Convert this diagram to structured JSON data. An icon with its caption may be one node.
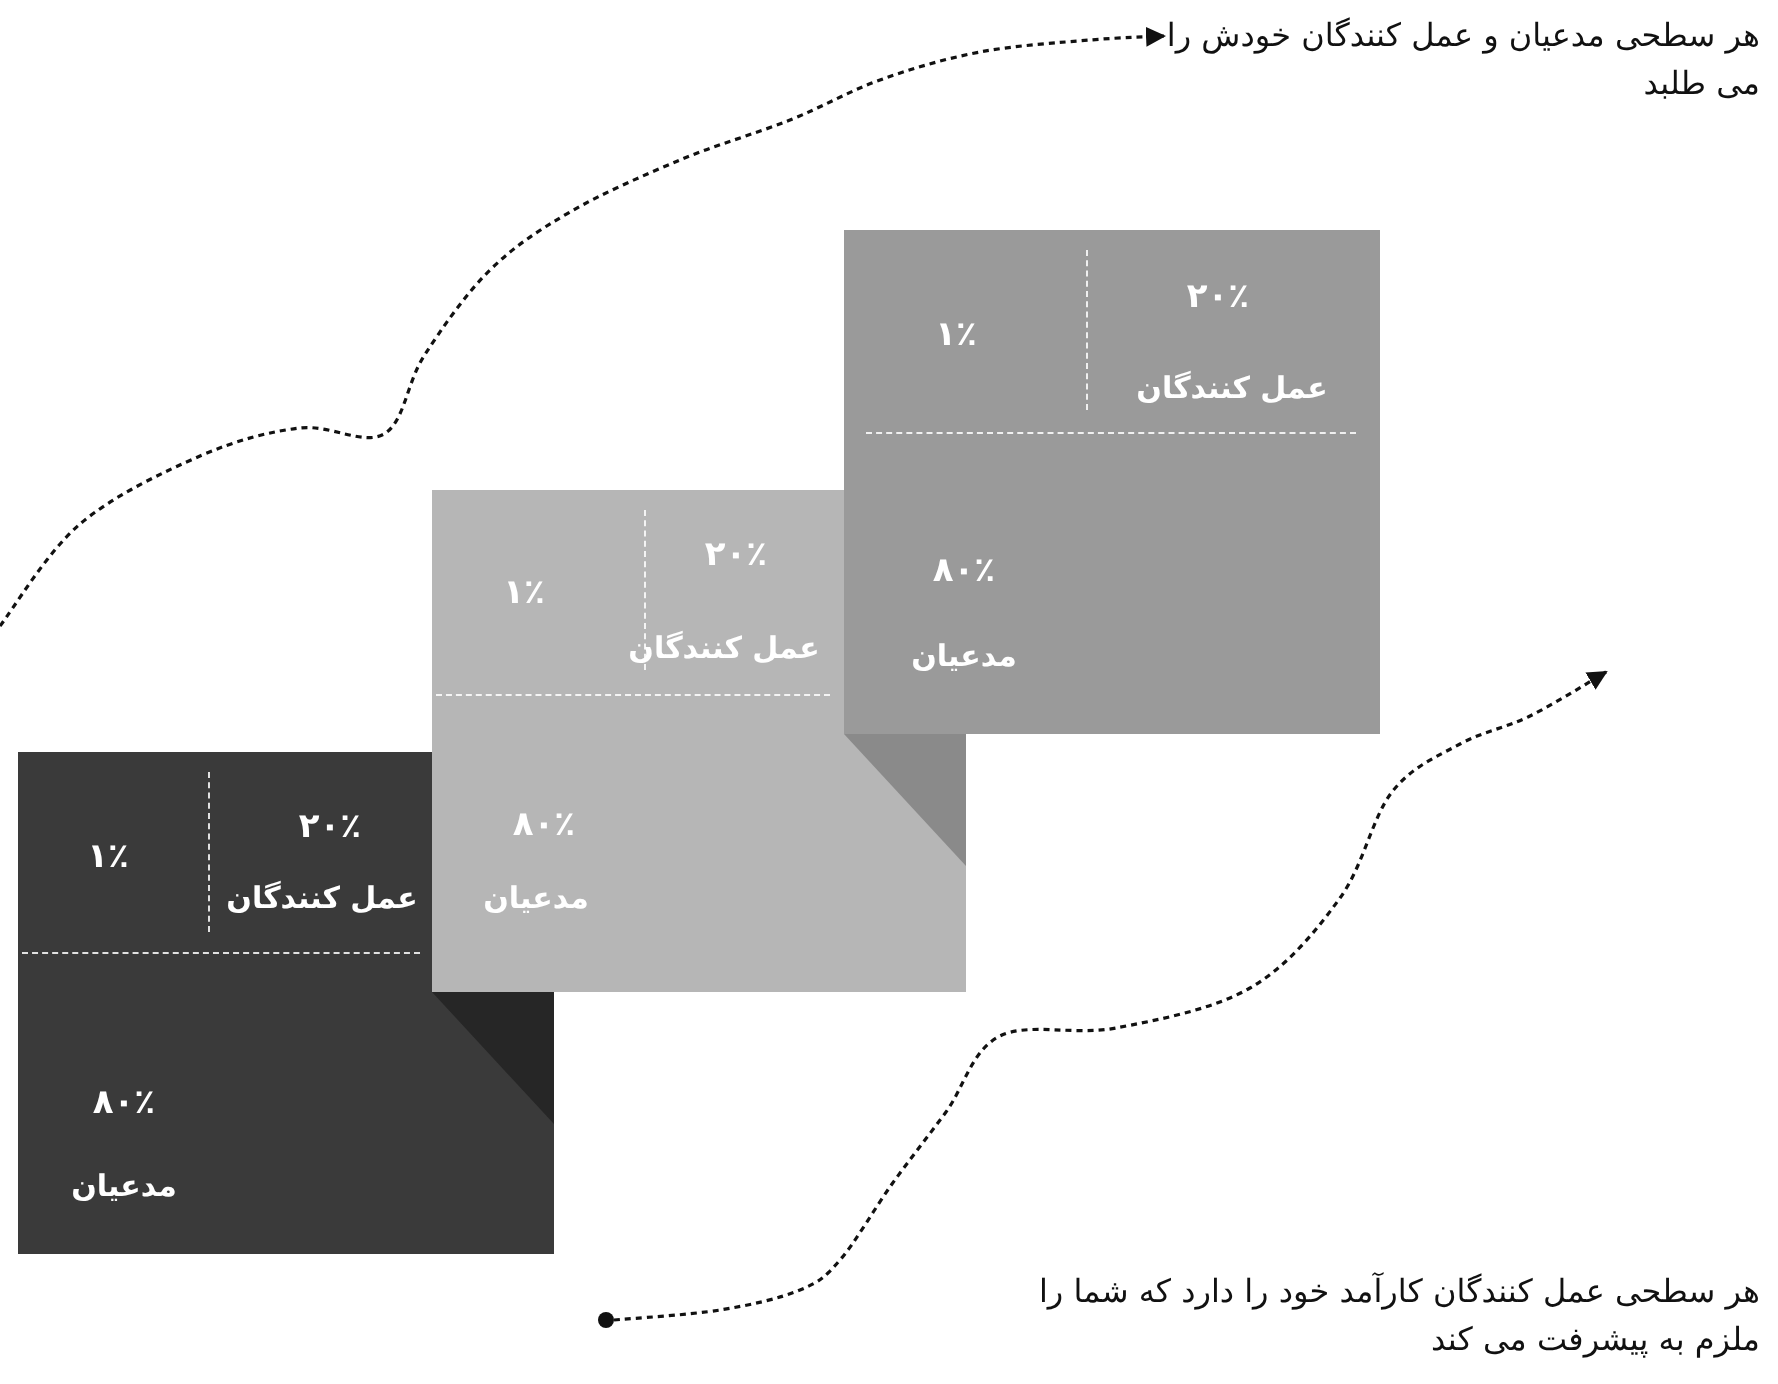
{
  "diagram": {
    "nodes": [
      {
        "text": [
          "هر سطحی مدعیان و عمل کنندگان خودش را می طلبد"
        ]
      },
      {
        "text": [
          "۱٪",
          "۲۰٪",
          "عمل کنندگان",
          "۸۰٪",
          "مدعیان"
        ]
      },
      {
        "text": [
          "۱٪",
          "۲۰٪",
          "عمل کنندگان",
          "۸۰٪",
          "مدعیان"
        ]
      },
      {
        "text": [
          "۱٪",
          "۲۰٪",
          "عمل کنندگان",
          "۸۰٪",
          "مدعیان"
        ]
      },
      {
        "text": [
          "هر سطحی عمل کنندگان کارآمد خود را دارد که شما را ملزم به پیشرفت می کند"
        ]
      },
      {
        "text": [],
        "shape": "circle"
      }
    ],
    "edges": [
      {
        "from": null,
        "to": 0,
        "arrow": "to"
      },
      {
        "from": 5,
        "to": null,
        "arrow": "to"
      }
    ]
  }
}
